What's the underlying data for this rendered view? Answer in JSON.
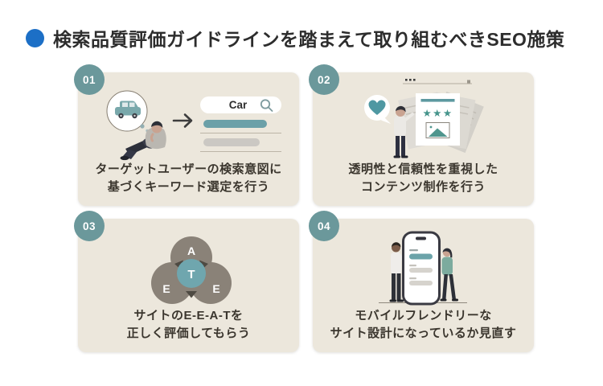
{
  "title": {
    "text": "検索品質評価ガイドラインを踏まえて取り組むべきSEO施策"
  },
  "colors": {
    "title_bullet": "#1c6fc6",
    "title_text": "#2d2d2d",
    "card_background": "#ece7dc",
    "badge": "#6b989b",
    "accent_teal": "#6ba0a8",
    "venn_gray": "#8a8278",
    "caption_text": "#3b362e"
  },
  "cards": [
    {
      "number": "01",
      "caption_line1": "ターゲットユーザーの検索意図に",
      "caption_line2": "基づくキーワード選定を行う",
      "illustration": "user-thinking-of-car-with-search-results",
      "search_query": "Car"
    },
    {
      "number": "02",
      "caption_line1": "透明性と信頼性を重視した",
      "caption_line2": "コンテンツ制作を行う",
      "illustration": "person-with-starred-trusted-content",
      "stars": "★★★"
    },
    {
      "number": "03",
      "caption_line1": "サイトのE-E-A-Tを",
      "caption_line2": "正しく評価してもらう",
      "illustration": "eeat-venn-diagram",
      "venn": {
        "top": "A",
        "left": "E",
        "right": "E",
        "center": "T"
      }
    },
    {
      "number": "04",
      "caption_line1": "モバイルフレンドリーな",
      "caption_line2": "サイト設計になっているか見直す",
      "illustration": "people-beside-large-smartphone"
    }
  ]
}
